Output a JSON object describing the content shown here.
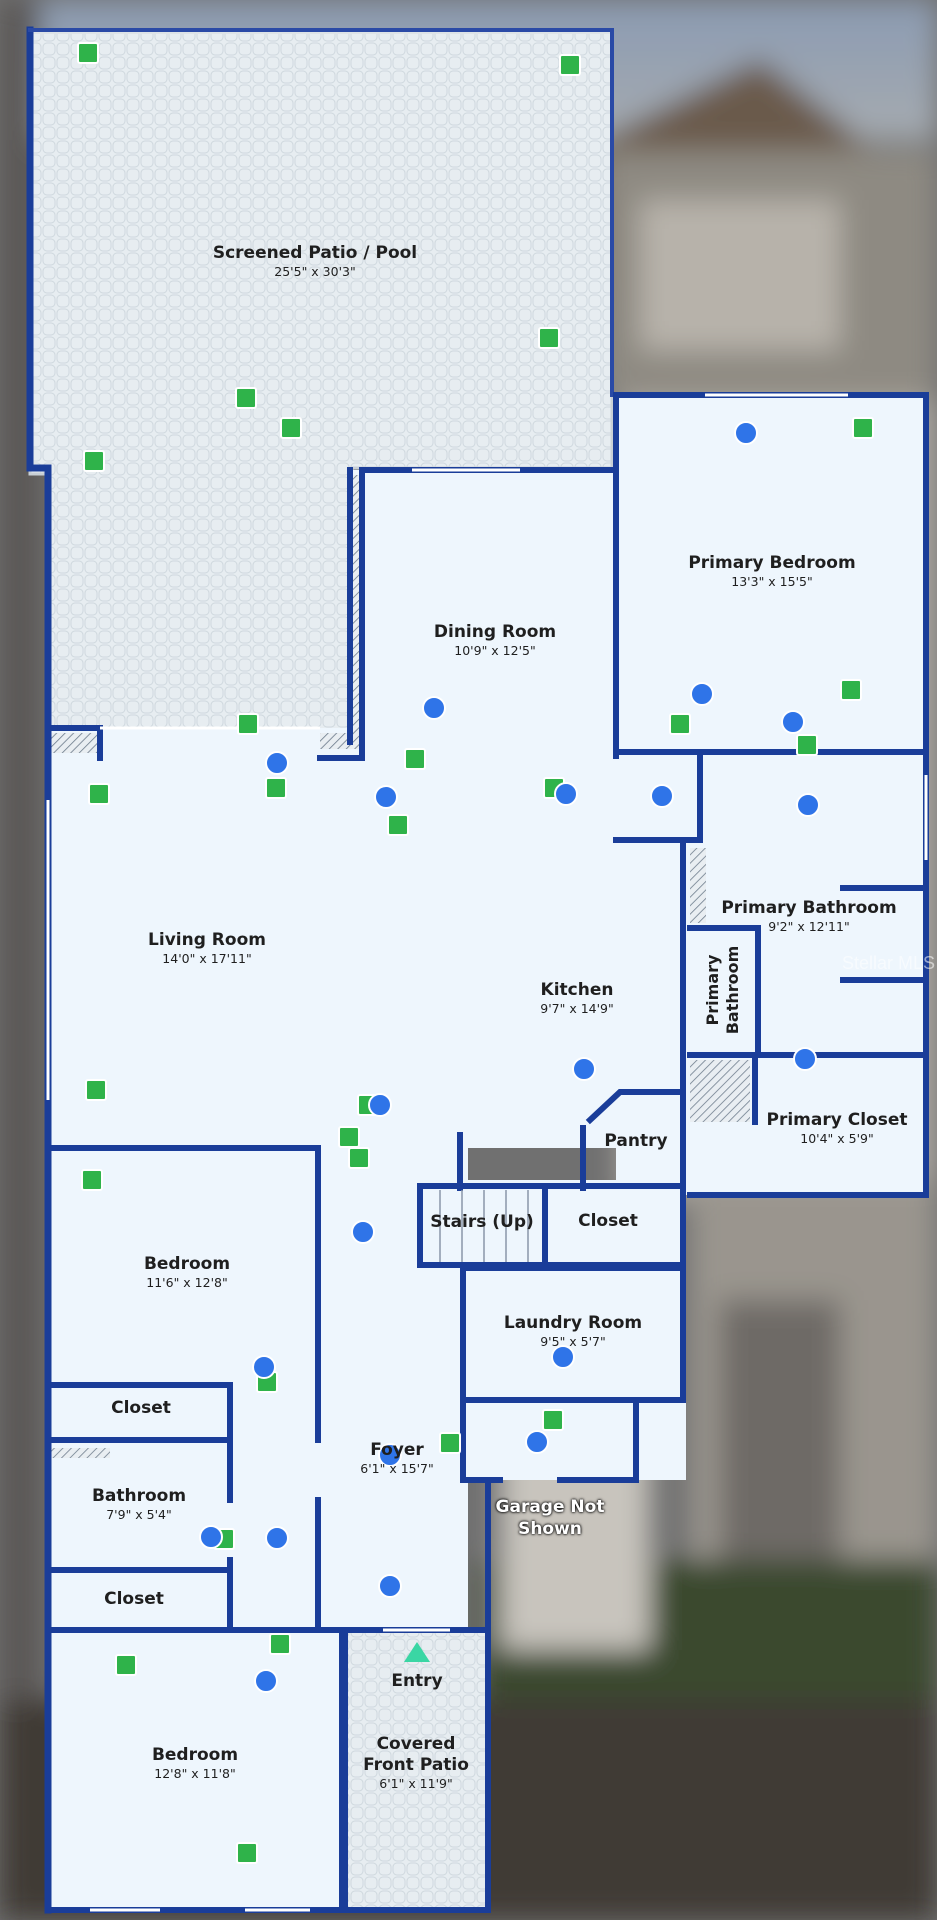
{
  "rooms": [
    {
      "id": "screened-patio",
      "name": "Screened Patio / Pool",
      "dims": "25'5\" x 30'3\""
    },
    {
      "id": "primary-bedroom",
      "name": "Primary Bedroom",
      "dims": "13'3\" x 15'5\""
    },
    {
      "id": "dining-room",
      "name": "Dining Room",
      "dims": "10'9\" x 12'5\""
    },
    {
      "id": "living-room",
      "name": "Living Room",
      "dims": "14'0\" x 17'11\""
    },
    {
      "id": "kitchen",
      "name": "Kitchen",
      "dims": "9'7\" x 14'9\""
    },
    {
      "id": "primary-bathroom",
      "name": "Primary Bathroom",
      "dims": "9'2\" x 12'11\""
    },
    {
      "id": "primary-closet",
      "name": "Primary Closet",
      "dims": "10'4\" x 5'9\""
    },
    {
      "id": "pantry",
      "name": "Pantry",
      "dims": ""
    },
    {
      "id": "stairs",
      "name": "Stairs (Up)",
      "dims": ""
    },
    {
      "id": "hall-closet",
      "name": "Closet",
      "dims": ""
    },
    {
      "id": "bedroom-2",
      "name": "Bedroom",
      "dims": "11'6\" x 12'8\""
    },
    {
      "id": "laundry-room",
      "name": "Laundry Room",
      "dims": "9'5\" x 5'7\""
    },
    {
      "id": "closet-2",
      "name": "Closet",
      "dims": ""
    },
    {
      "id": "foyer",
      "name": "Foyer",
      "dims": "6'1\" x 15'7\""
    },
    {
      "id": "bathroom",
      "name": "Bathroom",
      "dims": "7'9\" x 5'4\""
    },
    {
      "id": "closet-3",
      "name": "Closet",
      "dims": ""
    },
    {
      "id": "entry",
      "name": "Entry",
      "dims": ""
    },
    {
      "id": "bedroom-3",
      "name": "Bedroom",
      "dims": "12'8\" x 11'8\""
    },
    {
      "id": "covered-front-patio",
      "name": "Covered Front Patio",
      "dims": "6'1\" x 11'9\""
    }
  ],
  "primary_bathroom_alt": "Primary Bathroom",
  "garage_note": "Garage Not Shown",
  "watermark": "Stellar MLS",
  "colors": {
    "wall": "#1a3d99",
    "floor": "#eef6fd",
    "patio": "#e6ecef",
    "photo_marker": "#2fb34a",
    "panorama_marker": "#2f74e8",
    "entry_marker": "#3ad6a4"
  }
}
